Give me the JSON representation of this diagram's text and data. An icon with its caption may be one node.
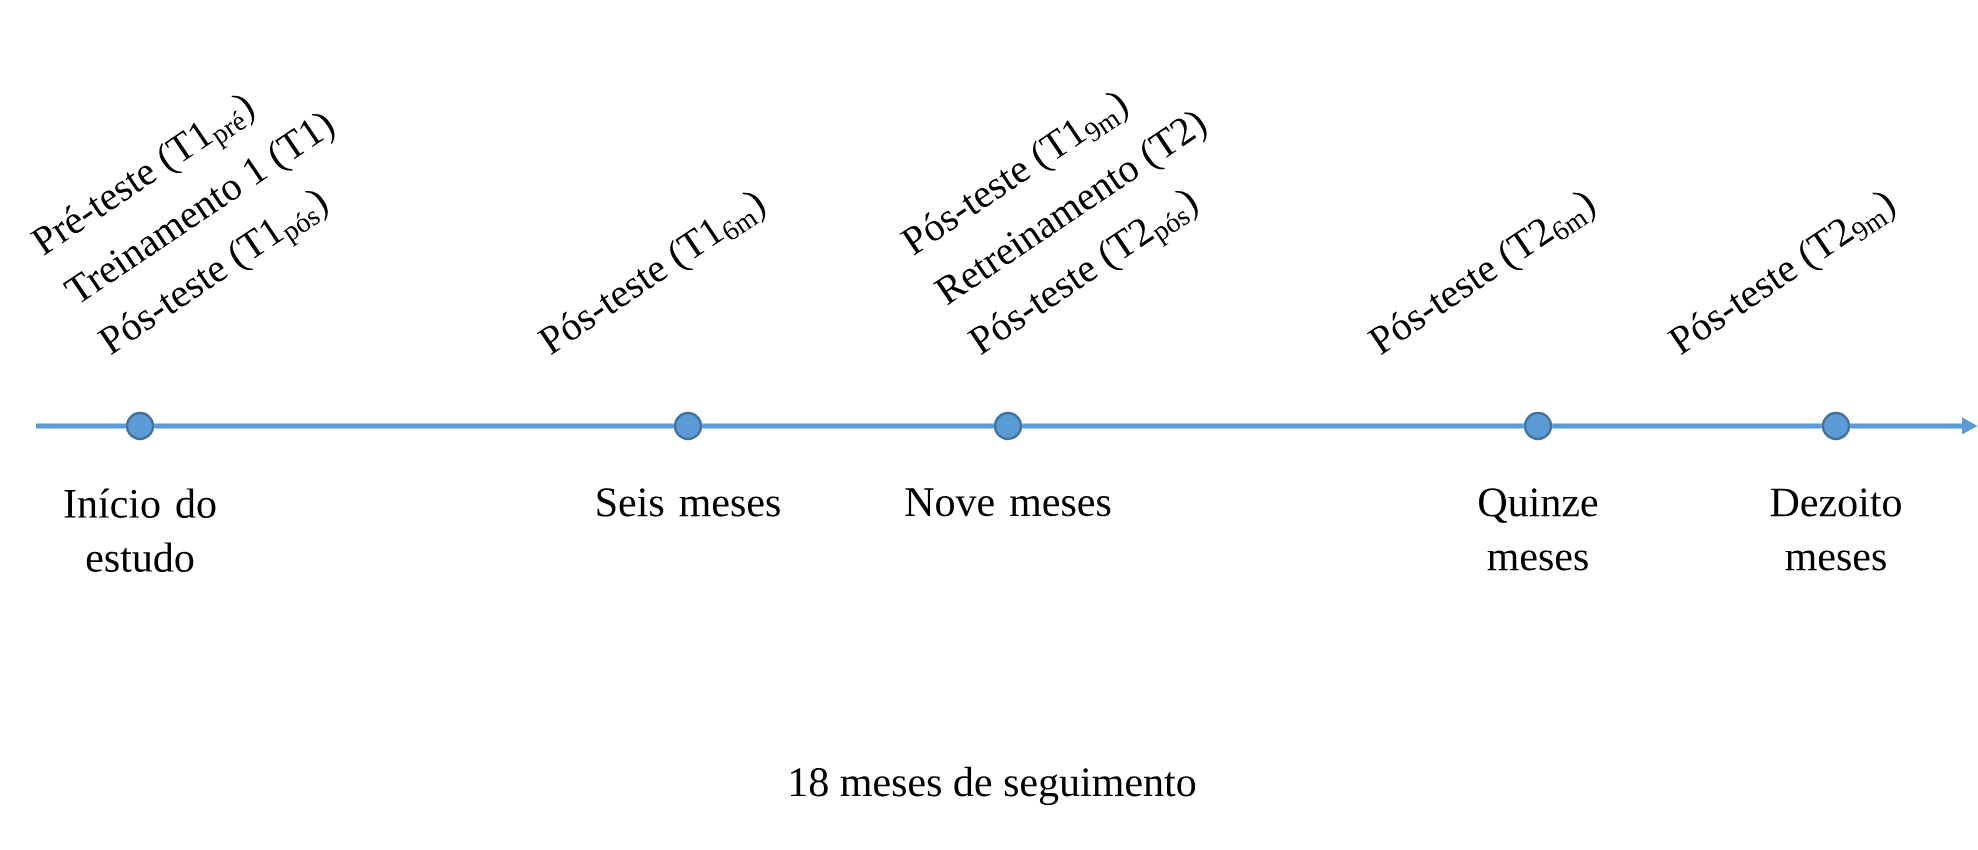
{
  "diagram": {
    "nodes": [
      {
        "text": [],
        "shape": "circle",
        "beside": [
          "Pré-teste (T1$_{pré}$)",
          "Treinamento 1 (T1)",
          "Pós-teste (T1$_{pós}$)",
          "Início do estudo"
        ]
      },
      {
        "text": [],
        "shape": "circle",
        "beside": [
          "Pós-teste (T1$_{6m}$)",
          "Seis meses"
        ]
      },
      {
        "text": [],
        "shape": "circle",
        "beside": [
          "Pós-teste (T1$_{9m}$)",
          "Retreinamento (T2)",
          "Pós-teste (T2$_{pós}$)",
          "Nove meses"
        ]
      },
      {
        "text": [],
        "shape": "circle",
        "beside": [
          "Pós-teste (T2$_{6m}$)",
          "Quinze meses"
        ]
      },
      {
        "text": [],
        "shape": "circle",
        "beside": [
          "Pós-teste (T2$_{9m}$)",
          "Dezoito meses"
        ]
      }
    ],
    "edges": [
      {
        "from": null,
        "to": 0,
        "arrow": "none"
      },
      {
        "from": 0,
        "to": 1,
        "arrow": "none"
      },
      {
        "from": 1,
        "to": 2,
        "arrow": "none"
      },
      {
        "from": 2,
        "to": 3,
        "arrow": "none"
      },
      {
        "from": 3,
        "to": 4,
        "arrow": "none"
      },
      {
        "from": 4,
        "to": null,
        "arrow": "to"
      }
    ],
    "labels": [
      "18 meses de seguimento"
    ]
  }
}
